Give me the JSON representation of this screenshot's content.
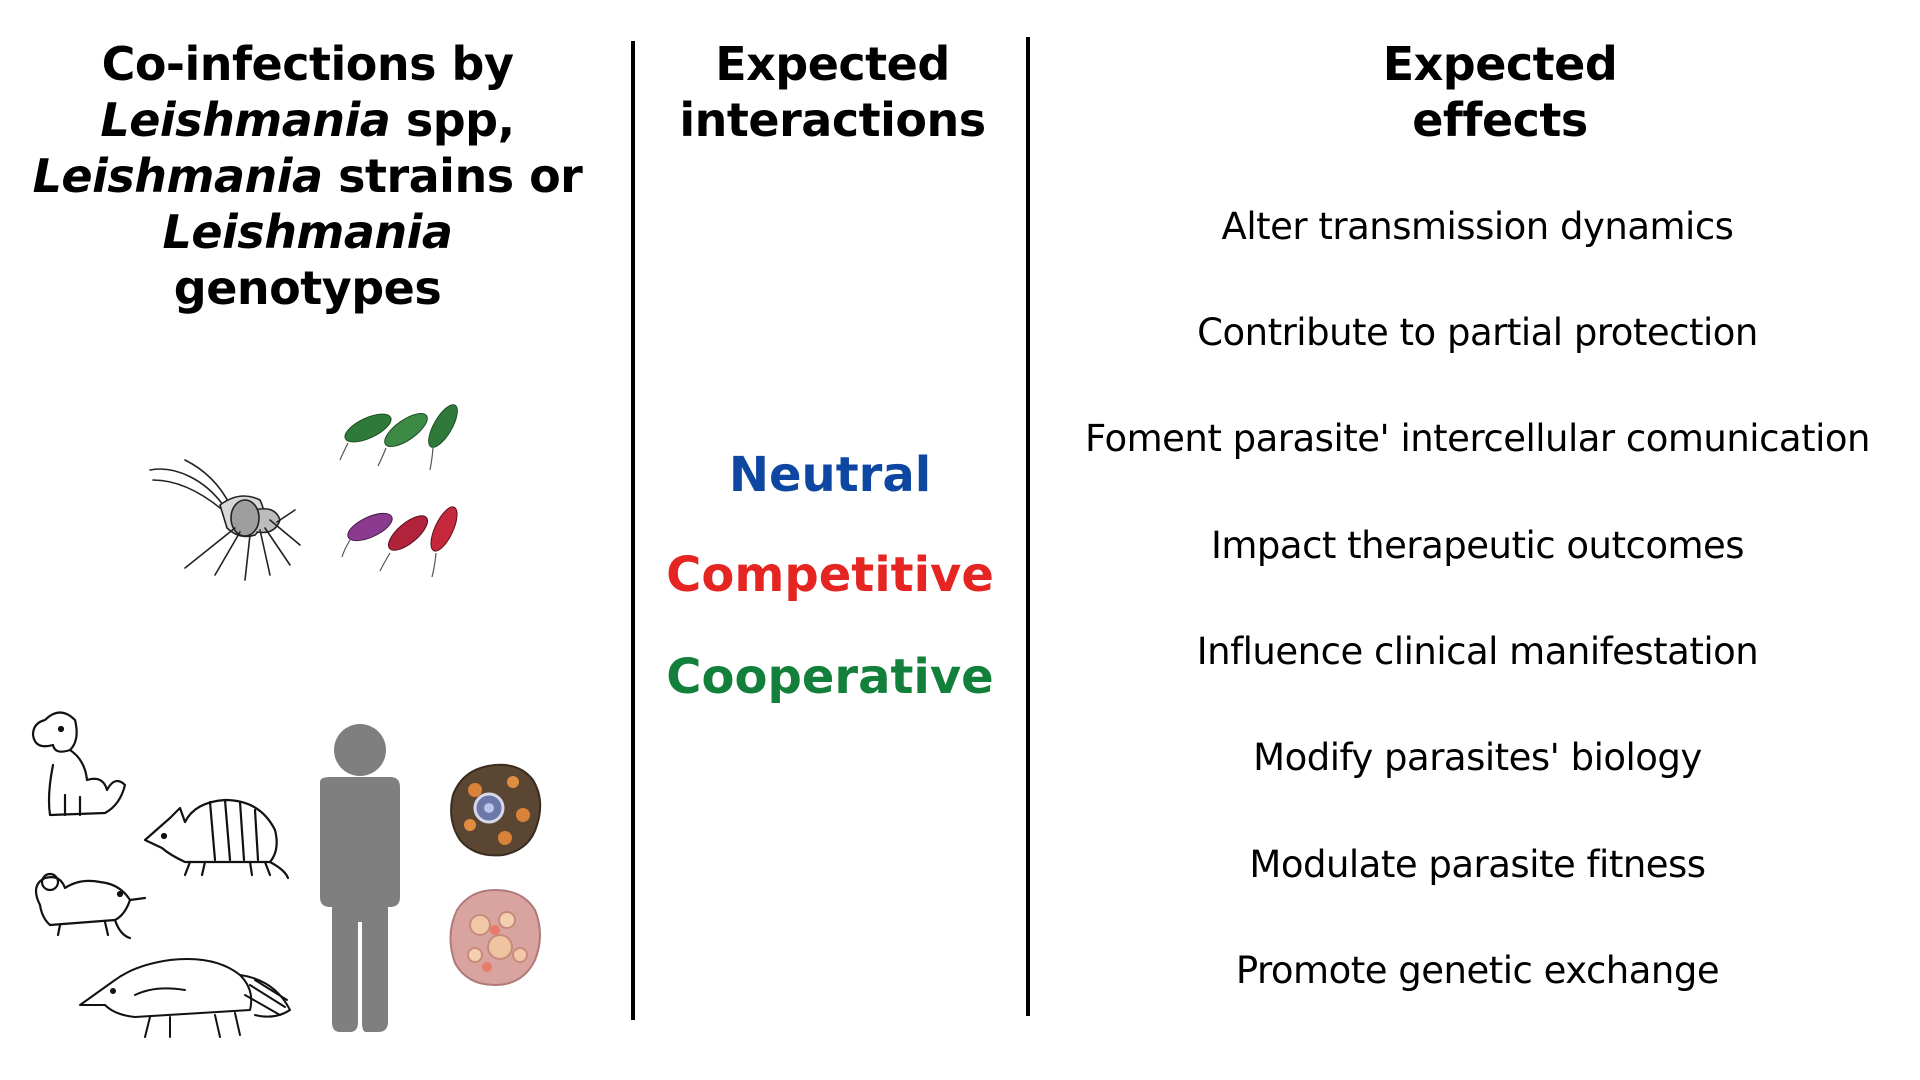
{
  "left_column": {
    "title_lines": [
      {
        "parts": [
          {
            "text": "Co-infections by",
            "italic": false
          }
        ]
      },
      {
        "parts": [
          {
            "text": "Leishmania",
            "italic": true
          },
          {
            "text": " spp,",
            "italic": false
          }
        ]
      },
      {
        "parts": [
          {
            "text": "Leishmania",
            "italic": true
          },
          {
            "text": " strains or",
            "italic": false
          }
        ]
      },
      {
        "parts": [
          {
            "text": "Leishmania",
            "italic": true
          }
        ]
      },
      {
        "parts": [
          {
            "text": "genotypes",
            "italic": false
          }
        ]
      }
    ],
    "illustrations": [
      "sandfly-icon",
      "green-promastigotes-icon",
      "red-purple-promastigotes-icon",
      "dog-icon",
      "armadillo-icon",
      "mouse-icon",
      "anteater-icon",
      "human-silhouette-icon",
      "infected-macrophage-icon",
      "infected-cell-icon"
    ]
  },
  "middle_column": {
    "title_lines": [
      "Expected",
      "interactions"
    ],
    "interactions": [
      {
        "label": "Neutral",
        "color": "#0d47a1"
      },
      {
        "label": "Competitive",
        "color": "#e52521"
      },
      {
        "label": "Cooperative",
        "color": "#12803a"
      }
    ]
  },
  "right_column": {
    "title_lines": [
      "Expected",
      "effects"
    ],
    "effects": [
      "Alter  transmission dynamics",
      "Contribute to partial protection",
      "Foment parasite' intercellular comunication",
      "Impact therapeutic outcomes",
      "Influence clinical  manifestation",
      "Modify parasites' biology",
      "Modulate parasite fitness",
      "Promote genetic exchange"
    ]
  },
  "colors": {
    "human_silhouette": "#7f7f7f",
    "divider": "#000000"
  }
}
